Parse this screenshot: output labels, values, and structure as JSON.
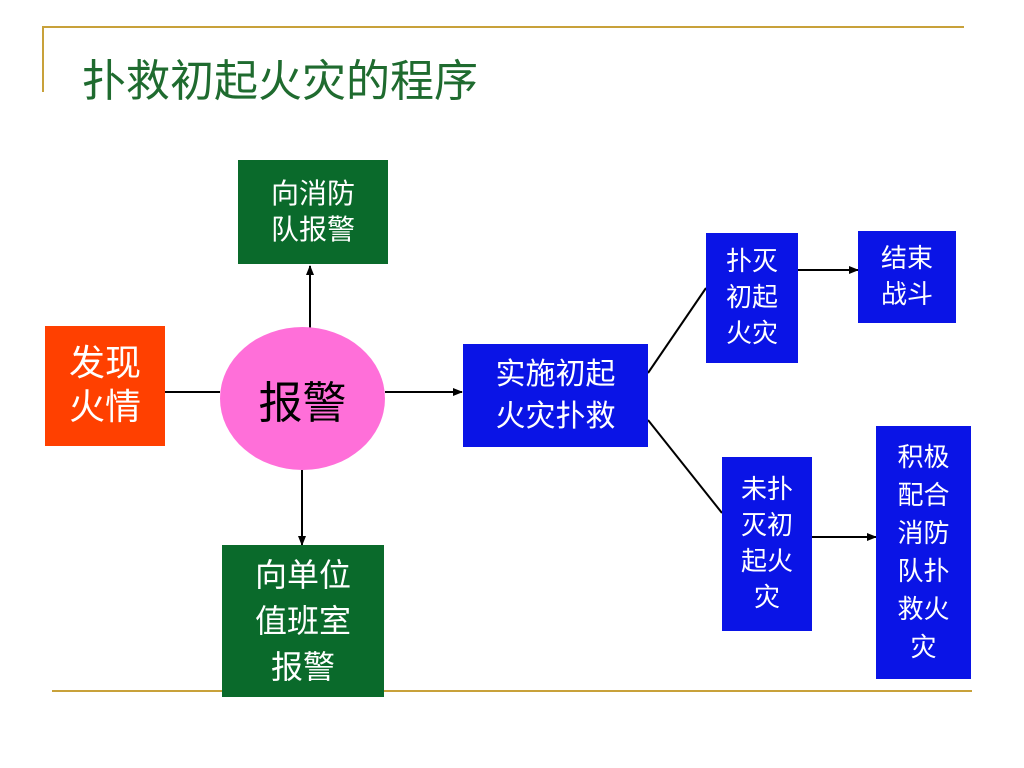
{
  "slide": {
    "title": "扑救初起火灾的程序",
    "colors": {
      "title": "#1f6b2f",
      "accent_line": "#c8a13a",
      "green_box": "#0a6a2b",
      "blue_box": "#0a14e6",
      "red_box": "#ff4000",
      "ellipse": "#ff6fd9"
    }
  },
  "nodes": {
    "discover_fire": [
      "发现",
      "火情"
    ],
    "alarm": "报警",
    "report_fire_brigade": [
      "向消防",
      "队报警"
    ],
    "report_duty_room": [
      "向单位",
      "值班室",
      "报警"
    ],
    "initial_firefighting": [
      "实施初起",
      "火灾扑救"
    ],
    "extinguished": [
      "扑灭",
      "初起",
      "火灾"
    ],
    "end_battle": [
      "结束",
      "战斗"
    ],
    "not_extinguished": [
      "未扑",
      "灭初",
      "起火",
      "灾"
    ],
    "cooperate_brigade": [
      "积极",
      "配合",
      "消防",
      "队扑",
      "救火",
      "灾"
    ]
  }
}
